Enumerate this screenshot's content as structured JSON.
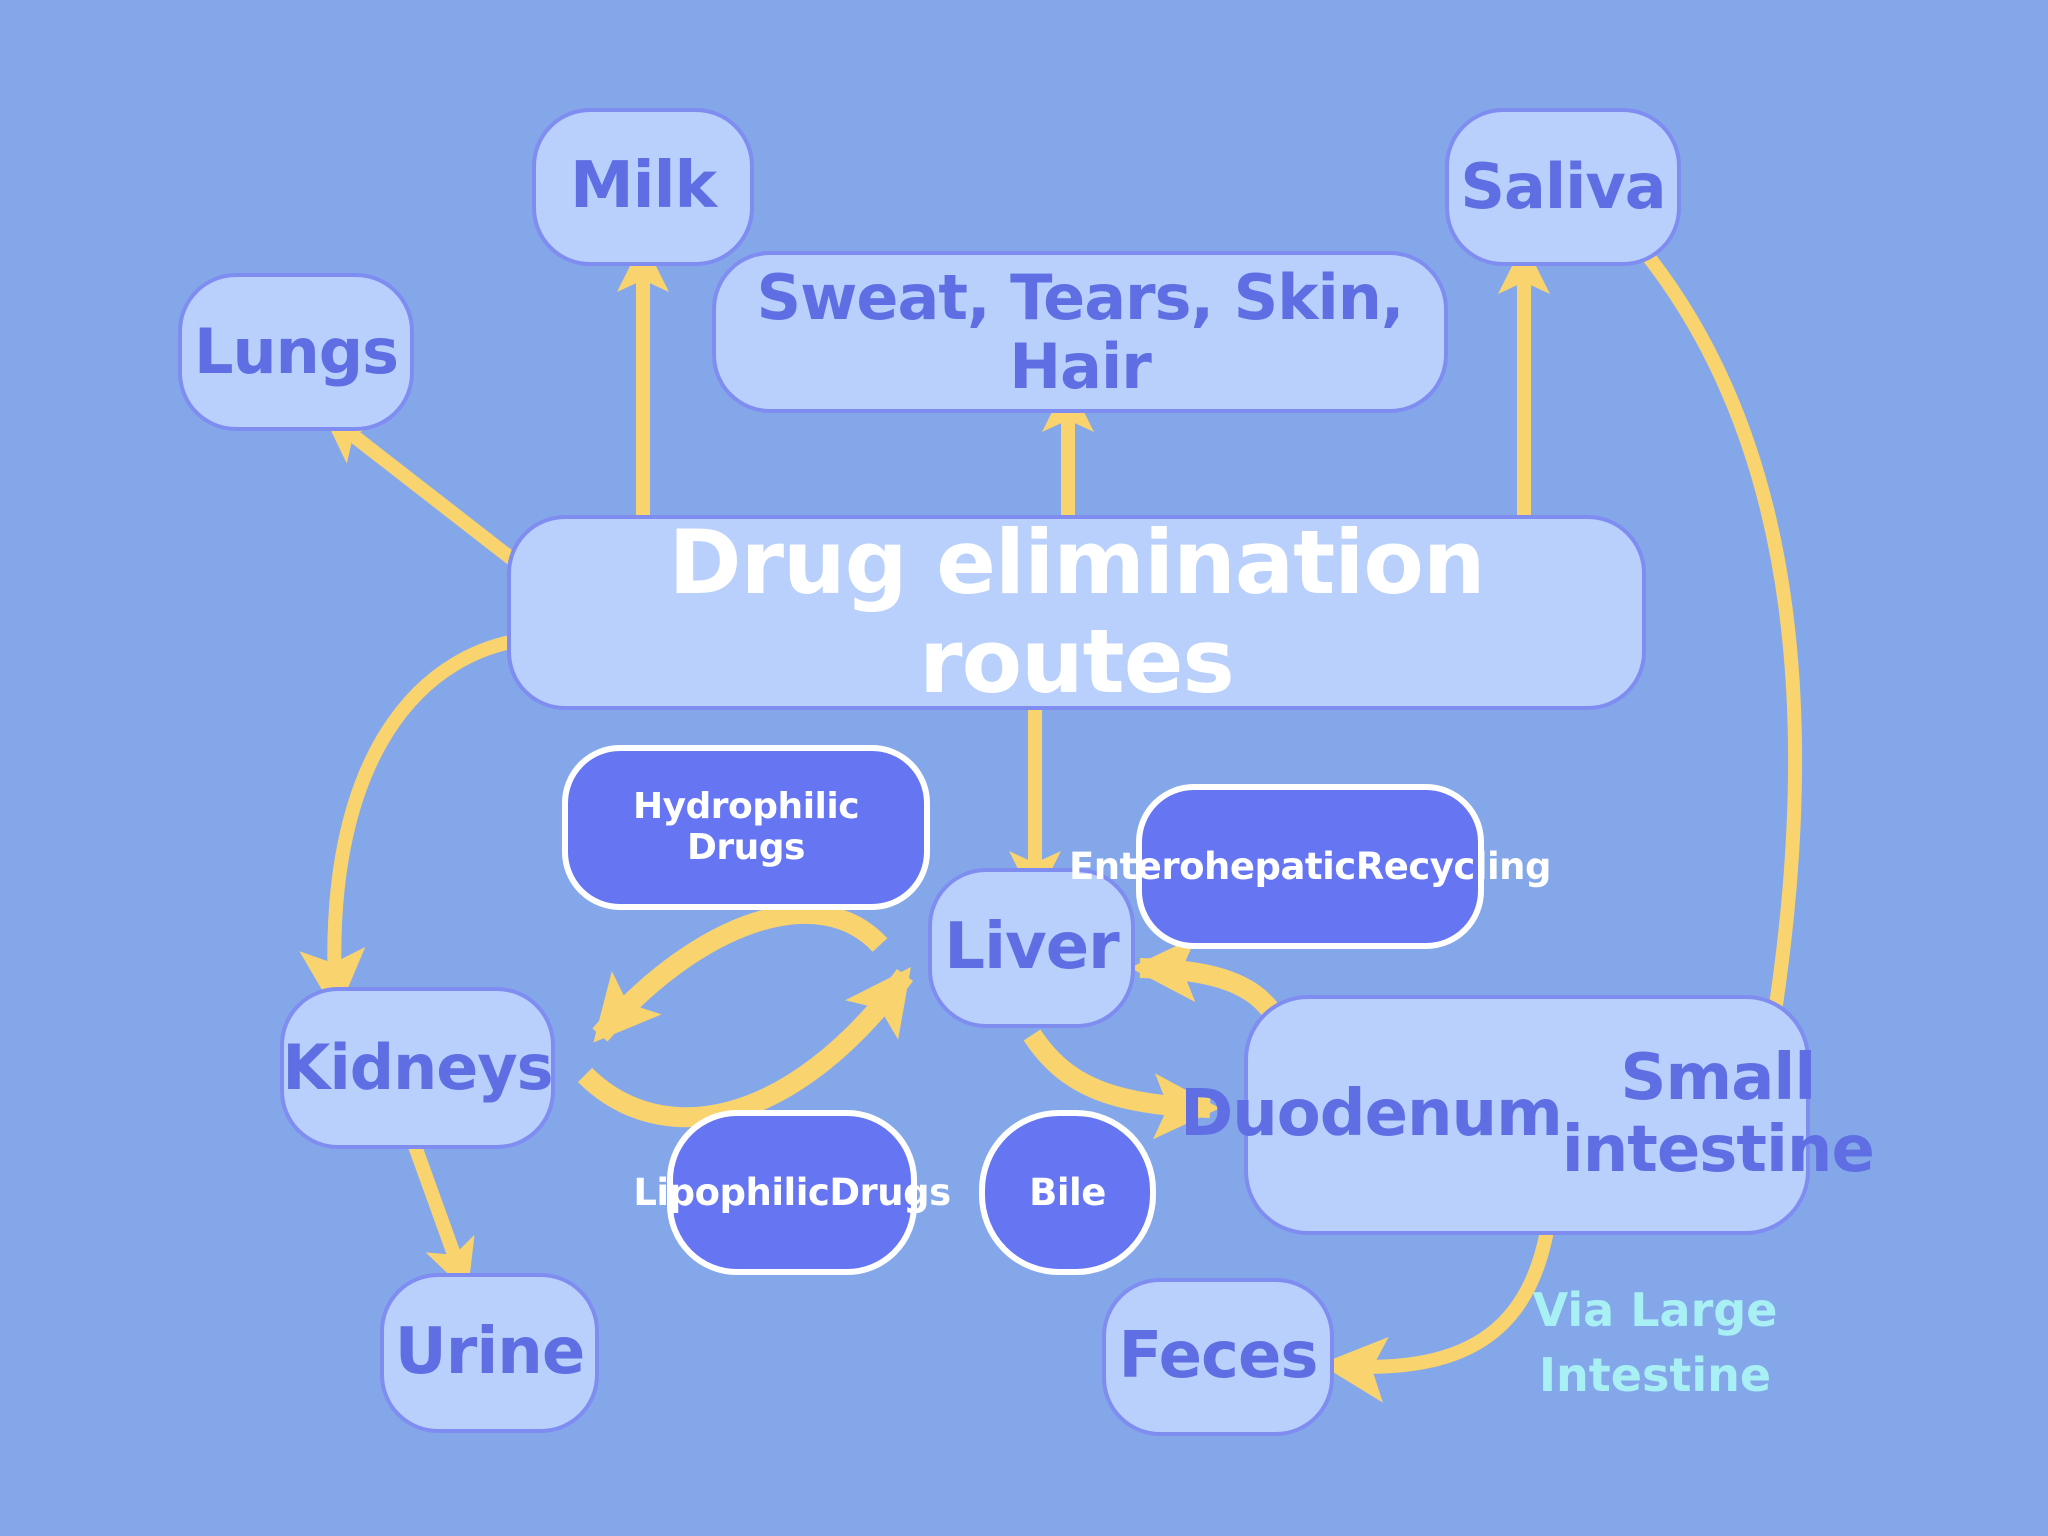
{
  "title": "Drug elimination routes",
  "nodes": {
    "lungs": "Lungs",
    "milk": "Milk",
    "sweat": "Sweat, Tears, Skin, Hair",
    "saliva": "Saliva",
    "hydrophilic": "Hydrophilic Drugs",
    "liver": "Liver",
    "enterohepatic_1": "Enterohepatic",
    "enterohepatic_2": "Recycling",
    "kidneys": "Kidneys",
    "duodenum_1": "Duodenum",
    "duodenum_2": "Small intestine",
    "lipophilic_1": "Lipophilic",
    "lipophilic_2": "Drugs",
    "bile": "Bile",
    "urine": "Urine",
    "feces": "Feces"
  },
  "annotation": {
    "line1": "Via Large",
    "line2": "Intestine"
  },
  "colors": {
    "background": "#84a7ea",
    "node_fill": "#b8d0fb",
    "node_border": "#7f8df0",
    "node_text": "#5f6fe3",
    "dark_node_fill": "#6675f2",
    "arrow": "#f9d36e",
    "annotation_text": "#a9f0f5"
  }
}
